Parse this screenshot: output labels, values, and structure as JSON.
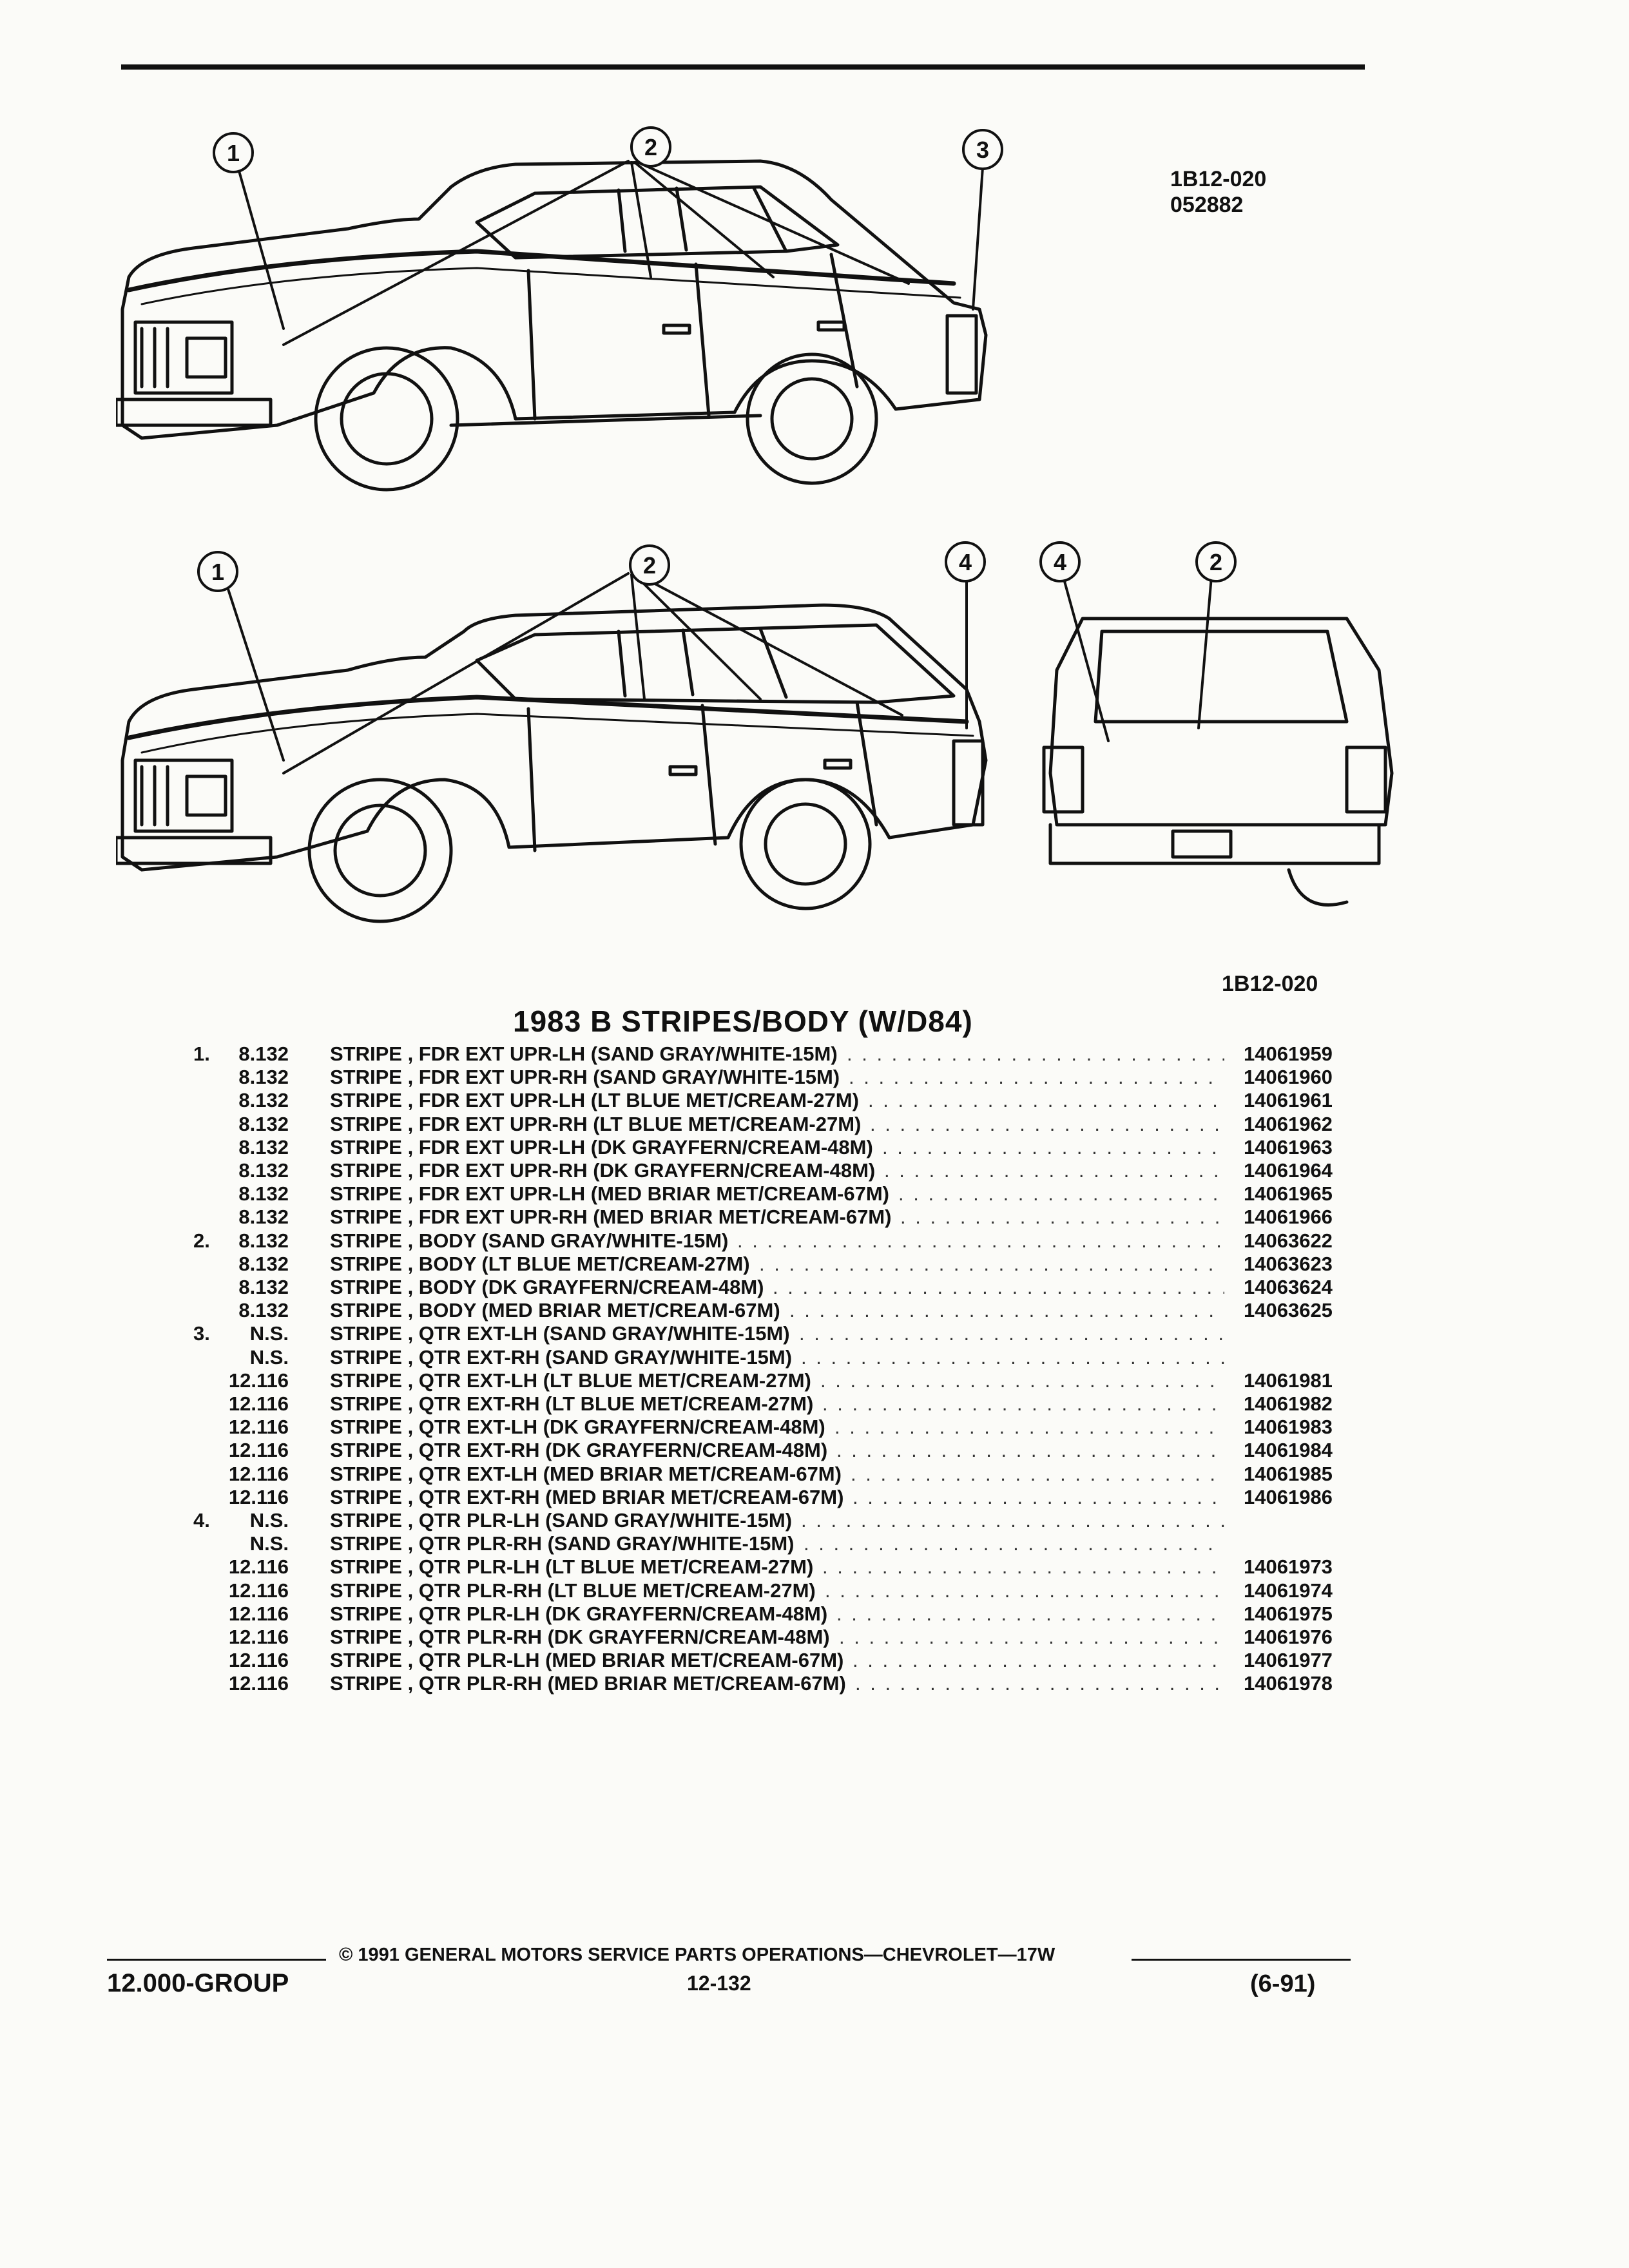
{
  "figure": {
    "code_top": "1B12-020",
    "code_top_date": "052882",
    "code_bottom": "1B12-020",
    "callouts": [
      "1",
      "2",
      "3",
      "1",
      "2",
      "4",
      "4",
      "2"
    ]
  },
  "section_title": "1983 B STRIPES/BODY (W/D84)",
  "parts": [
    {
      "ref": "1.",
      "sec": "8.132",
      "desc": "STRIPE , FDR EXT UPR-LH (SAND GRAY/WHITE-15M)",
      "pn": "14061959"
    },
    {
      "ref": "",
      "sec": "8.132",
      "desc": "STRIPE , FDR EXT UPR-RH (SAND GRAY/WHITE-15M)",
      "pn": "14061960"
    },
    {
      "ref": "",
      "sec": "8.132",
      "desc": "STRIPE , FDR EXT UPR-LH (LT BLUE MET/CREAM-27M)",
      "pn": "14061961"
    },
    {
      "ref": "",
      "sec": "8.132",
      "desc": "STRIPE , FDR EXT UPR-RH (LT BLUE MET/CREAM-27M)",
      "pn": "14061962"
    },
    {
      "ref": "",
      "sec": "8.132",
      "desc": "STRIPE , FDR EXT UPR-LH (DK GRAYFERN/CREAM-48M)",
      "pn": "14061963"
    },
    {
      "ref": "",
      "sec": "8.132",
      "desc": "STRIPE , FDR EXT UPR-RH (DK GRAYFERN/CREAM-48M)",
      "pn": "14061964"
    },
    {
      "ref": "",
      "sec": "8.132",
      "desc": "STRIPE , FDR EXT UPR-LH (MED BRIAR MET/CREAM-67M)",
      "pn": "14061965"
    },
    {
      "ref": "",
      "sec": "8.132",
      "desc": "STRIPE , FDR EXT UPR-RH (MED BRIAR MET/CREAM-67M)",
      "pn": "14061966"
    },
    {
      "ref": "2.",
      "sec": "8.132",
      "desc": "STRIPE , BODY (SAND GRAY/WHITE-15M)",
      "pn": "14063622"
    },
    {
      "ref": "",
      "sec": "8.132",
      "desc": "STRIPE , BODY (LT BLUE MET/CREAM-27M)",
      "pn": "14063623"
    },
    {
      "ref": "",
      "sec": "8.132",
      "desc": "STRIPE , BODY (DK GRAYFERN/CREAM-48M)",
      "pn": "14063624"
    },
    {
      "ref": "",
      "sec": "8.132",
      "desc": "STRIPE , BODY (MED BRIAR MET/CREAM-67M)",
      "pn": "14063625"
    },
    {
      "ref": "3.",
      "sec": "N.S.",
      "desc": "STRIPE , QTR EXT-LH (SAND GRAY/WHITE-15M)",
      "pn": ""
    },
    {
      "ref": "",
      "sec": "N.S.",
      "desc": "STRIPE , QTR EXT-RH (SAND GRAY/WHITE-15M)",
      "pn": ""
    },
    {
      "ref": "",
      "sec": "12.116",
      "desc": "STRIPE , QTR EXT-LH (LT BLUE MET/CREAM-27M)",
      "pn": "14061981"
    },
    {
      "ref": "",
      "sec": "12.116",
      "desc": "STRIPE , QTR EXT-RH (LT BLUE MET/CREAM-27M)",
      "pn": "14061982"
    },
    {
      "ref": "",
      "sec": "12.116",
      "desc": "STRIPE , QTR EXT-LH (DK GRAYFERN/CREAM-48M)",
      "pn": "14061983"
    },
    {
      "ref": "",
      "sec": "12.116",
      "desc": "STRIPE , QTR EXT-RH (DK GRAYFERN/CREAM-48M)",
      "pn": "14061984"
    },
    {
      "ref": "",
      "sec": "12.116",
      "desc": "STRIPE , QTR EXT-LH (MED BRIAR MET/CREAM-67M)",
      "pn": "14061985"
    },
    {
      "ref": "",
      "sec": "12.116",
      "desc": "STRIPE , QTR EXT-RH (MED BRIAR MET/CREAM-67M)",
      "pn": "14061986"
    },
    {
      "ref": "4.",
      "sec": "N.S.",
      "desc": "STRIPE , QTR PLR-LH (SAND GRAY/WHITE-15M)",
      "pn": ""
    },
    {
      "ref": "",
      "sec": "N.S.",
      "desc": "STRIPE , QTR PLR-RH (SAND GRAY/WHITE-15M)",
      "pn": ""
    },
    {
      "ref": "",
      "sec": "12.116",
      "desc": "STRIPE , QTR PLR-LH (LT BLUE MET/CREAM-27M)",
      "pn": "14061973"
    },
    {
      "ref": "",
      "sec": "12.116",
      "desc": "STRIPE , QTR PLR-RH (LT BLUE MET/CREAM-27M)",
      "pn": "14061974"
    },
    {
      "ref": "",
      "sec": "12.116",
      "desc": "STRIPE , QTR PLR-LH (DK GRAYFERN/CREAM-48M)",
      "pn": "14061975"
    },
    {
      "ref": "",
      "sec": "12.116",
      "desc": "STRIPE , QTR PLR-RH (DK GRAYFERN/CREAM-48M)",
      "pn": "14061976"
    },
    {
      "ref": "",
      "sec": "12.116",
      "desc": "STRIPE , QTR PLR-LH (MED BRIAR MET/CREAM-67M)",
      "pn": "14061977"
    },
    {
      "ref": "",
      "sec": "12.116",
      "desc": "STRIPE , QTR PLR-RH (MED BRIAR MET/CREAM-67M)",
      "pn": "14061978"
    }
  ],
  "footer": {
    "group": "12.000-GROUP",
    "copyright": "© 1991 GENERAL MOTORS SERVICE PARTS OPERATIONS—CHEVROLET—17W",
    "page": "12-132",
    "date": "(6-91)"
  }
}
